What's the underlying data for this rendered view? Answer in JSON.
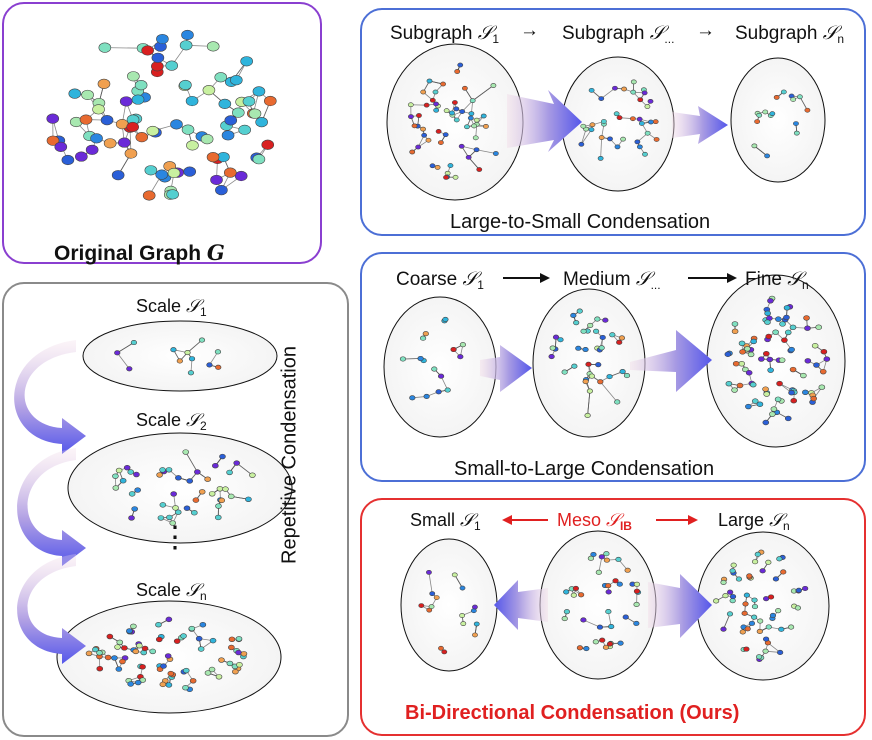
{
  "original_graph": {
    "title": "Original Graph",
    "symbol": "G"
  },
  "repetitive": {
    "vertical_label": "Repetitive Condensation",
    "scale_word": "Scale",
    "scales": [
      {
        "sub": "1"
      },
      {
        "sub": "2"
      },
      {
        "sub": "n"
      }
    ],
    "ellipsis": "⋮"
  },
  "large_to_small": {
    "caption": "Large-to-Small Condensation",
    "word": "Subgraph",
    "steps": [
      {
        "sub": "1"
      },
      {
        "sub": "..."
      },
      {
        "sub": "n"
      }
    ],
    "arrow": "→"
  },
  "small_to_large": {
    "caption": "Small-to-Large Condensation",
    "steps": [
      {
        "word": "Coarse",
        "sub": "1"
      },
      {
        "word": "Medium",
        "sub": "..."
      },
      {
        "word": "Fine",
        "sub": "n"
      }
    ]
  },
  "bi_directional": {
    "caption": "Bi-Directional Condensation (Ours)",
    "steps": [
      {
        "word": "Small",
        "sub": "1"
      },
      {
        "word": "Meso",
        "sub": "IB"
      },
      {
        "word": "Large",
        "sub": "n"
      }
    ]
  },
  "symbol": "𝒮",
  "colors": {
    "purple_border": "#8a3fd0",
    "grey_border": "#8a8a8a",
    "blue_border": "#4c6fd6",
    "red_border": "#e53030",
    "caption_red": "#e02020",
    "arrow_blue": "#5a5ae8",
    "arrow_pink": "#e8c8dc"
  }
}
